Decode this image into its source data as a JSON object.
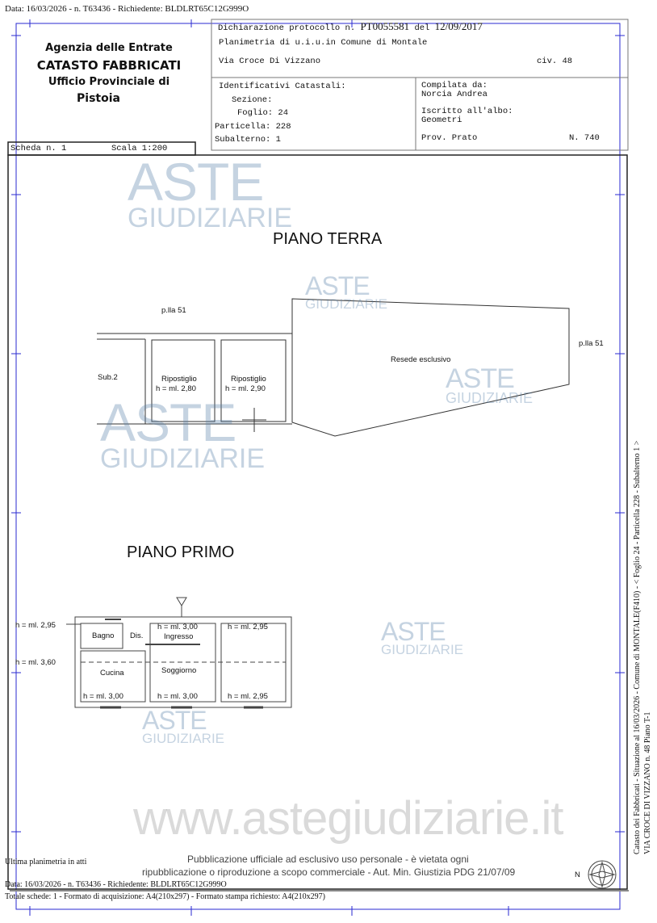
{
  "top_line": "Data: 16/03/2026 - n. T63436 - Richiedente: BLDLRT65C12G999O",
  "header": {
    "agency": "Agenzia delle Entrate",
    "catasto": "CATASTO FABBRICATI",
    "office": "Ufficio Provinciale di",
    "province": "Pistoia",
    "dichiarazione_label": "Dichiarazione protocollo n.",
    "protocollo": "PT0055581",
    "del_label": "del",
    "date": "12/09/2017",
    "planimetria": "Planimetria di u.i.u.in Comune di Montale",
    "address": "Via Croce Di Vizzano",
    "civico": "civ. 48",
    "identificativi": "Identificativi Catastali:",
    "sezione": "Sezione:",
    "foglio": "Foglio: 24",
    "particella": "Particella: 228",
    "subalterno": "Subalterno: 1",
    "compilata": "Compilata da:",
    "compiler": "Norcia Andrea",
    "iscritto": "Iscritto all'albo:",
    "albo": "Geometri",
    "prov": "Prov. Prato",
    "numero": "N. 740",
    "scheda": "Scheda n. 1",
    "scala": "Scala 1:200"
  },
  "plan": {
    "piano_terra": "PIANO TERRA",
    "plla_top": "p.lla 51",
    "plla_right": "p.lla 51",
    "sub2": "Sub.2",
    "rip1": "Ripostiglio",
    "rip1_h": "h = ml. 2,80",
    "rip2": "Ripostiglio",
    "rip2_h": "h = ml. 2,90",
    "resede": "Resede esclusivo",
    "piano_primo": "PIANO PRIMO",
    "h_left1": "h = ml. 2,95",
    "h_left2": "h = ml. 3,60",
    "bagno": "Bagno",
    "dis": "Dis.",
    "ingresso": "Ingresso",
    "h_ingresso": "h = ml. 3,00",
    "h_right_top": "h = ml. 2,95",
    "cucina": "Cucina",
    "soggiorno": "Soggiorno",
    "h_cucina": "h = ml. 3,00",
    "h_soggiorno": "h = ml. 3,00",
    "h_right_bottom": "h = ml. 2,95",
    "north": "N"
  },
  "watermark": {
    "aste": "ASTE",
    "giudiziarie": "GIUDIZIARIE",
    "url": "www.astegiudiziarie.it"
  },
  "footer": {
    "ultima": "Ultima planimetria in atti",
    "data": "Data: 16/03/2026 - n. T63436 - Richiedente: BLDLRT65C12G999O",
    "totale": "Totale schede: 1 - Formato di acquisizione: A4(210x297) - Formato stampa richiesto: A4(210x297)",
    "pub1": "Pubblicazione ufficiale ad esclusivo uso personale - è vietata ogni",
    "pub2": "ripubblicazione o riproduzione a scopo commerciale - Aut. Min. Giustizia PDG 21/07/09"
  },
  "side": {
    "line1": "Catasto dei Fabbricati - Situazione al 16/03/2026 - Comune di MONTALE(F410) - < Foglio 24 - Particella  228 - Subalterno 1 >",
    "line2": "VIA CROCE DI VIZZANO n. 48 Piano T-1"
  }
}
